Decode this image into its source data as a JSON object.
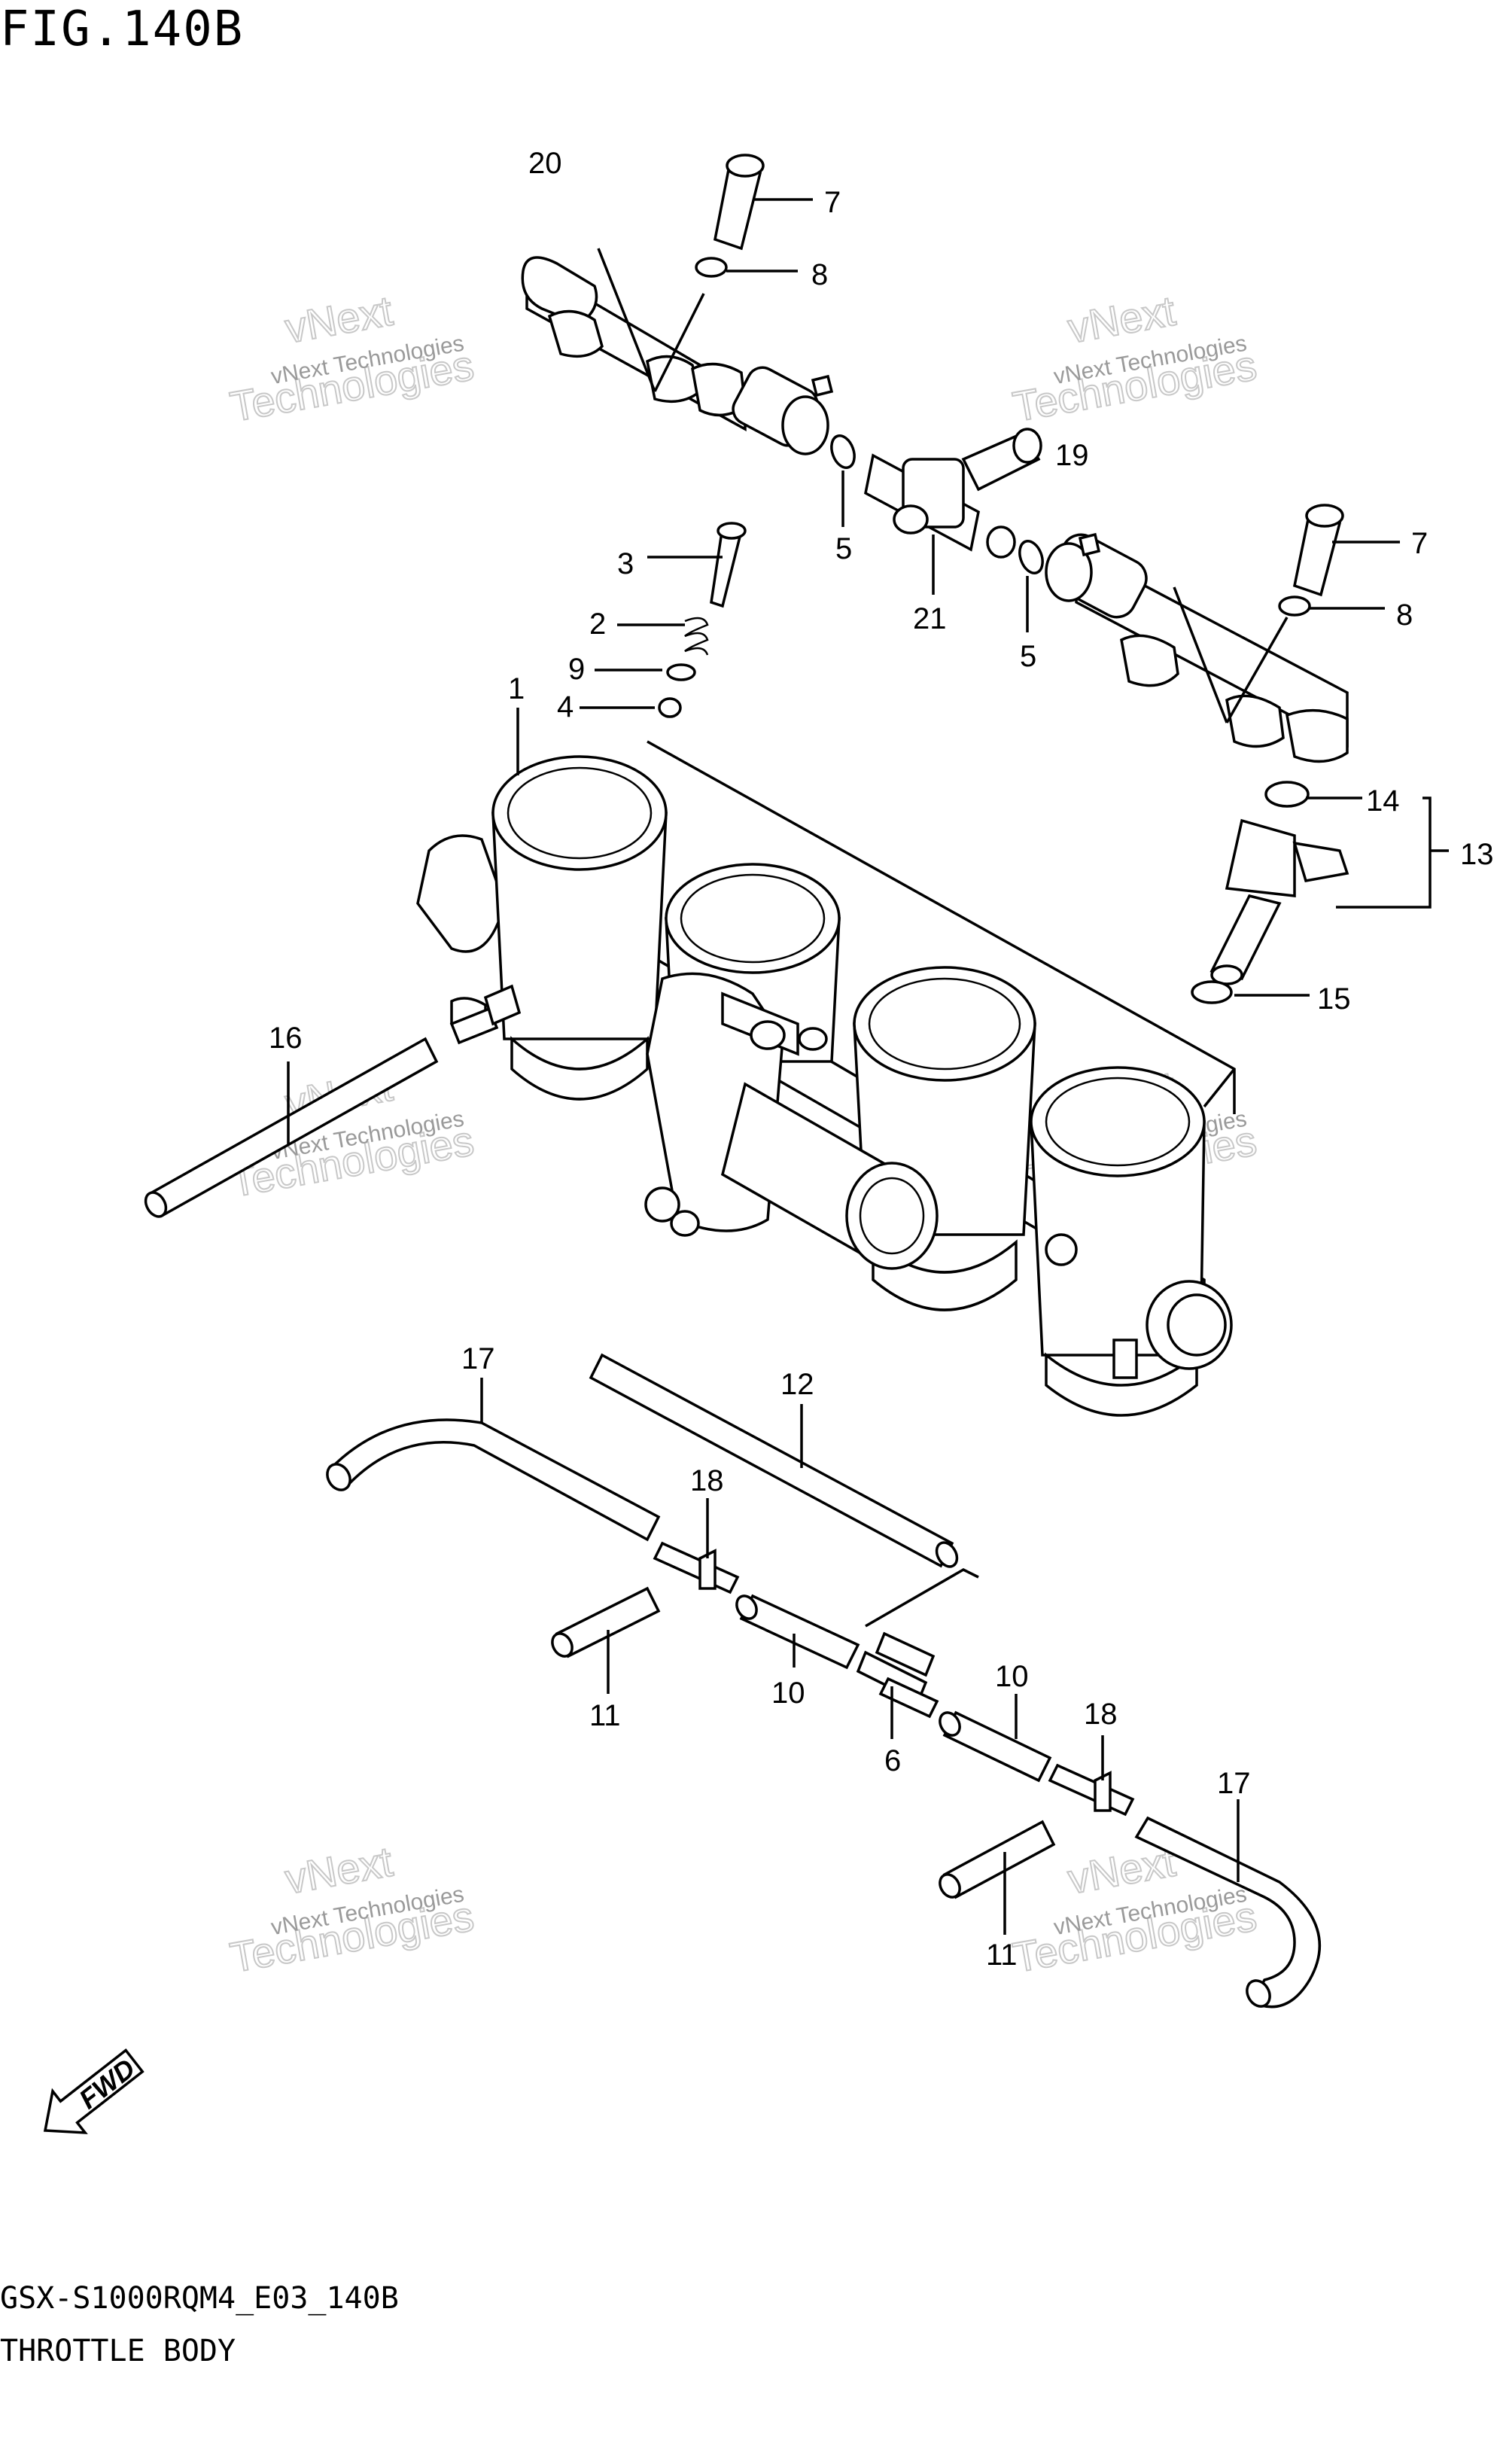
{
  "header": {
    "figure_title": "FIG.140B"
  },
  "footer": {
    "model_code": "GSX-S1000RQM4_E03_140B",
    "section_name": "THROTTLE BODY"
  },
  "watermark": {
    "line1": "vNext Technologies",
    "line2": "Technologies",
    "line3": "vNext"
  },
  "fwd_badge": {
    "label": "FWD"
  },
  "callouts": {
    "c1": "1",
    "c2": "2",
    "c3": "3",
    "c4": "4",
    "c5a": "5",
    "c5b": "5",
    "c6": "6",
    "c7a": "7",
    "c7b": "7",
    "c8a": "8",
    "c8b": "8",
    "c9": "9",
    "c10a": "10",
    "c10b": "10",
    "c11a": "11",
    "c11b": "11",
    "c12": "12",
    "c13": "13",
    "c14": "14",
    "c15": "15",
    "c16": "16",
    "c17a": "17",
    "c17b": "17",
    "c18a": "18",
    "c18b": "18",
    "c19": "19",
    "c20": "20",
    "c21": "21"
  }
}
